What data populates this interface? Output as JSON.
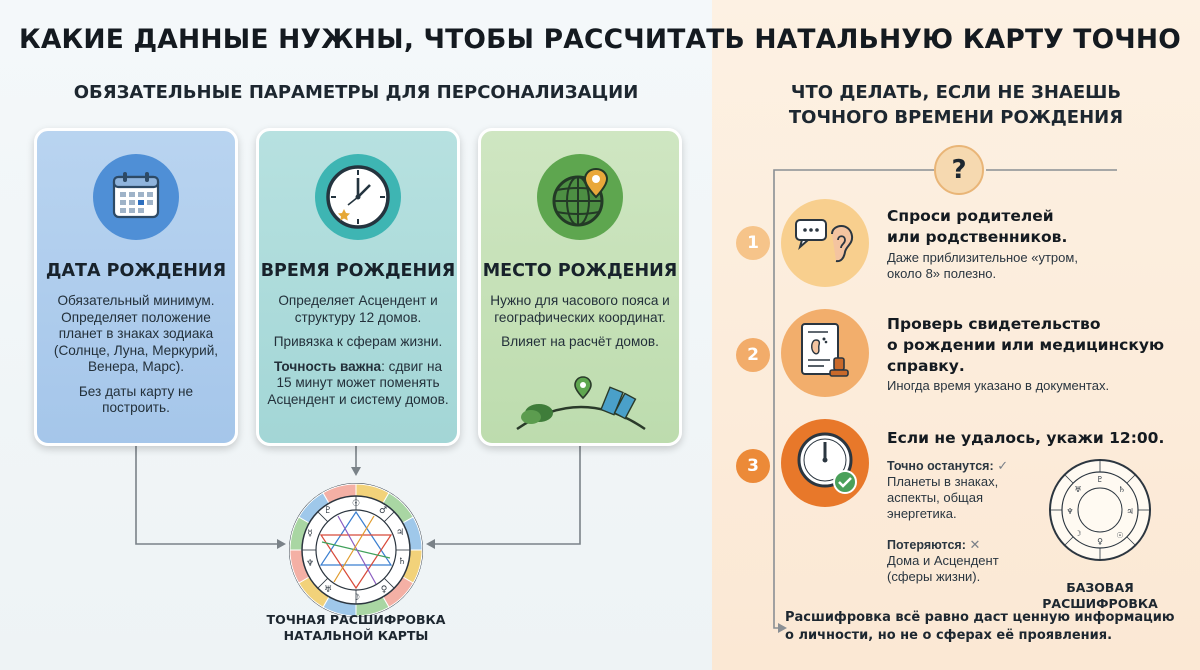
{
  "title": "КАКИЕ ДАННЫЕ НУЖНЫ, ЧТОБЫ РАССЧИТАТЬ НАТАЛЬНУЮ КАРТУ ТОЧНО",
  "left": {
    "subtitle": "ОБЯЗАТЕЛЬНЫЕ ПАРАМЕТРЫ ДЛЯ ПЕРСОНАЛИЗАЦИИ",
    "cards": [
      {
        "icon": "calendar-icon",
        "title": "ДАТА РОЖДЕНИЯ",
        "p1": "Обязательный минимум. Определяет положение планет в знаках зодиака (Солнце, Луна, Меркурий, Венера, Марс).",
        "p2": "Без даты карту не построить."
      },
      {
        "icon": "clock-icon",
        "title": "ВРЕМЯ РОЖДЕНИЯ",
        "p1": "Определяет Асцендент и структуру 12 домов.",
        "p2": "Привязка к сферам жизни.",
        "p3_bold": "Точность важна",
        "p3_rest": ": сдвиг на 15 минут может поменять Асцендент и систему домов."
      },
      {
        "icon": "globe-pin-icon",
        "title": "МЕСТО РОЖДЕНИЯ",
        "p1": "Нужно для часового пояса и географических координат.",
        "p2": "Влияет на расчёт домов."
      }
    ],
    "wheel_label": "ТОЧНАЯ РАСШИФРОВКА НАТАЛЬНОЙ КАРТЫ"
  },
  "right": {
    "subtitle_line1": "ЧТО ДЕЛАТЬ, ЕСЛИ НЕ ЗНАЕШЬ",
    "subtitle_line2": "ТОЧНОГО ВРЕМЕНИ РОЖДЕНИЯ",
    "question": "?",
    "steps": [
      {
        "num": "1",
        "icon": "chat-ear-icon",
        "title_l1": "Спроси родителей",
        "title_l2": "или родственников.",
        "note_l1": "Даже приблизительное «утром,",
        "note_l2": "около 8» полезно."
      },
      {
        "num": "2",
        "icon": "certificate-icon",
        "title_l1": "Проверь свидетельство",
        "title_l2": "о рождении или медицинскую",
        "title_l3": "справку.",
        "note_l1": "Иногда время указано в документах."
      },
      {
        "num": "3",
        "icon": "clock-check-icon",
        "title_l1": "Если не удалось, укажи 12:00.",
        "kept_label": "Точно останутся:",
        "kept_l1": "Планеты в знаках,",
        "kept_l2": "аспекты, общая",
        "kept_l3": "энергетика.",
        "lost_label": "Потеряются:",
        "lost_l1": "Дома и Асцендент",
        "lost_l2": "(сферы жизни)."
      }
    ],
    "base_label_l1": "БАЗОВАЯ",
    "base_label_l2": "РАСШИФРОВКА",
    "bottom_l1": "Расшифровка всё равно даст ценную информацию",
    "bottom_l2": "о личности, но не о сферах её проявления."
  },
  "colors": {
    "date_card": "#a5c6ea",
    "time_card": "#a3d6d6",
    "place_card": "#bddcae",
    "step_orange": "#ef9a3a",
    "step_deep": "#e8782a"
  }
}
